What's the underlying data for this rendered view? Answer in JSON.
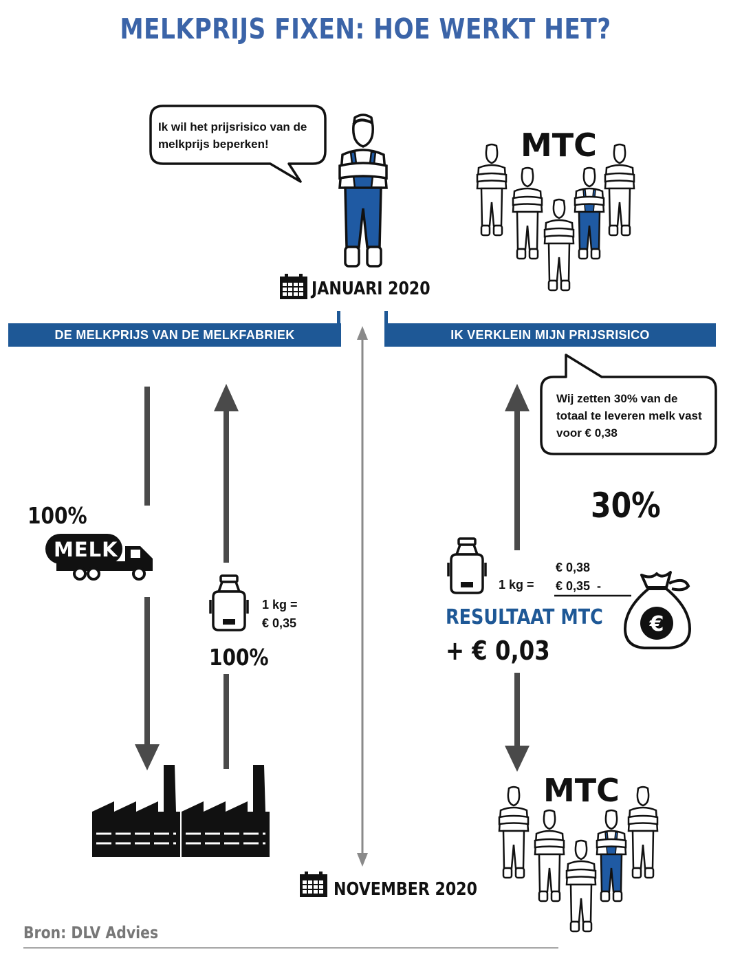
{
  "title": "MELKPRIJS FIXEN: HOE WERKT HET?",
  "farmer_speech": "Ik wil het prijsrisico van de melkprijs beperken!",
  "mtc_label_top": "MTC",
  "mtc_label_bottom": "MTC",
  "date_start": "JANUARI 2020",
  "date_end": "NOVEMBER 2020",
  "left_band": "DE MELKPRIJS VAN DE MELKFABRIEK",
  "right_band": "IK VERKLEIN MIJN PRIJSRISICO",
  "mtc_speech": "Wij zetten 30% van de totaal te leveren melk vast voor € 0,38",
  "left": {
    "percent_truck": "100%",
    "truck_label": "MELK",
    "kg_line1": "1 kg =",
    "kg_line2": "€ 0,35",
    "percent_return": "100%"
  },
  "right": {
    "percent": "30%",
    "kg_label": "1 kg =",
    "price_fixed": "€ 0,38",
    "price_market": "€ 0,35  -",
    "result_title": "RESULTAAT MTC",
    "result_value": "+ € 0,03"
  },
  "source": "Bron: DLV Advies",
  "colors": {
    "title_blue": "#3b64a8",
    "band_blue": "#1e5896",
    "arrow_gray": "#4a4a4a",
    "overall_blue": "#1f5aa3"
  },
  "icons": [
    "farmer-icon",
    "group-of-farmers-icon",
    "calendar-icon",
    "truck-icon",
    "milk-can-icon",
    "factory-icon",
    "money-bag-icon"
  ]
}
